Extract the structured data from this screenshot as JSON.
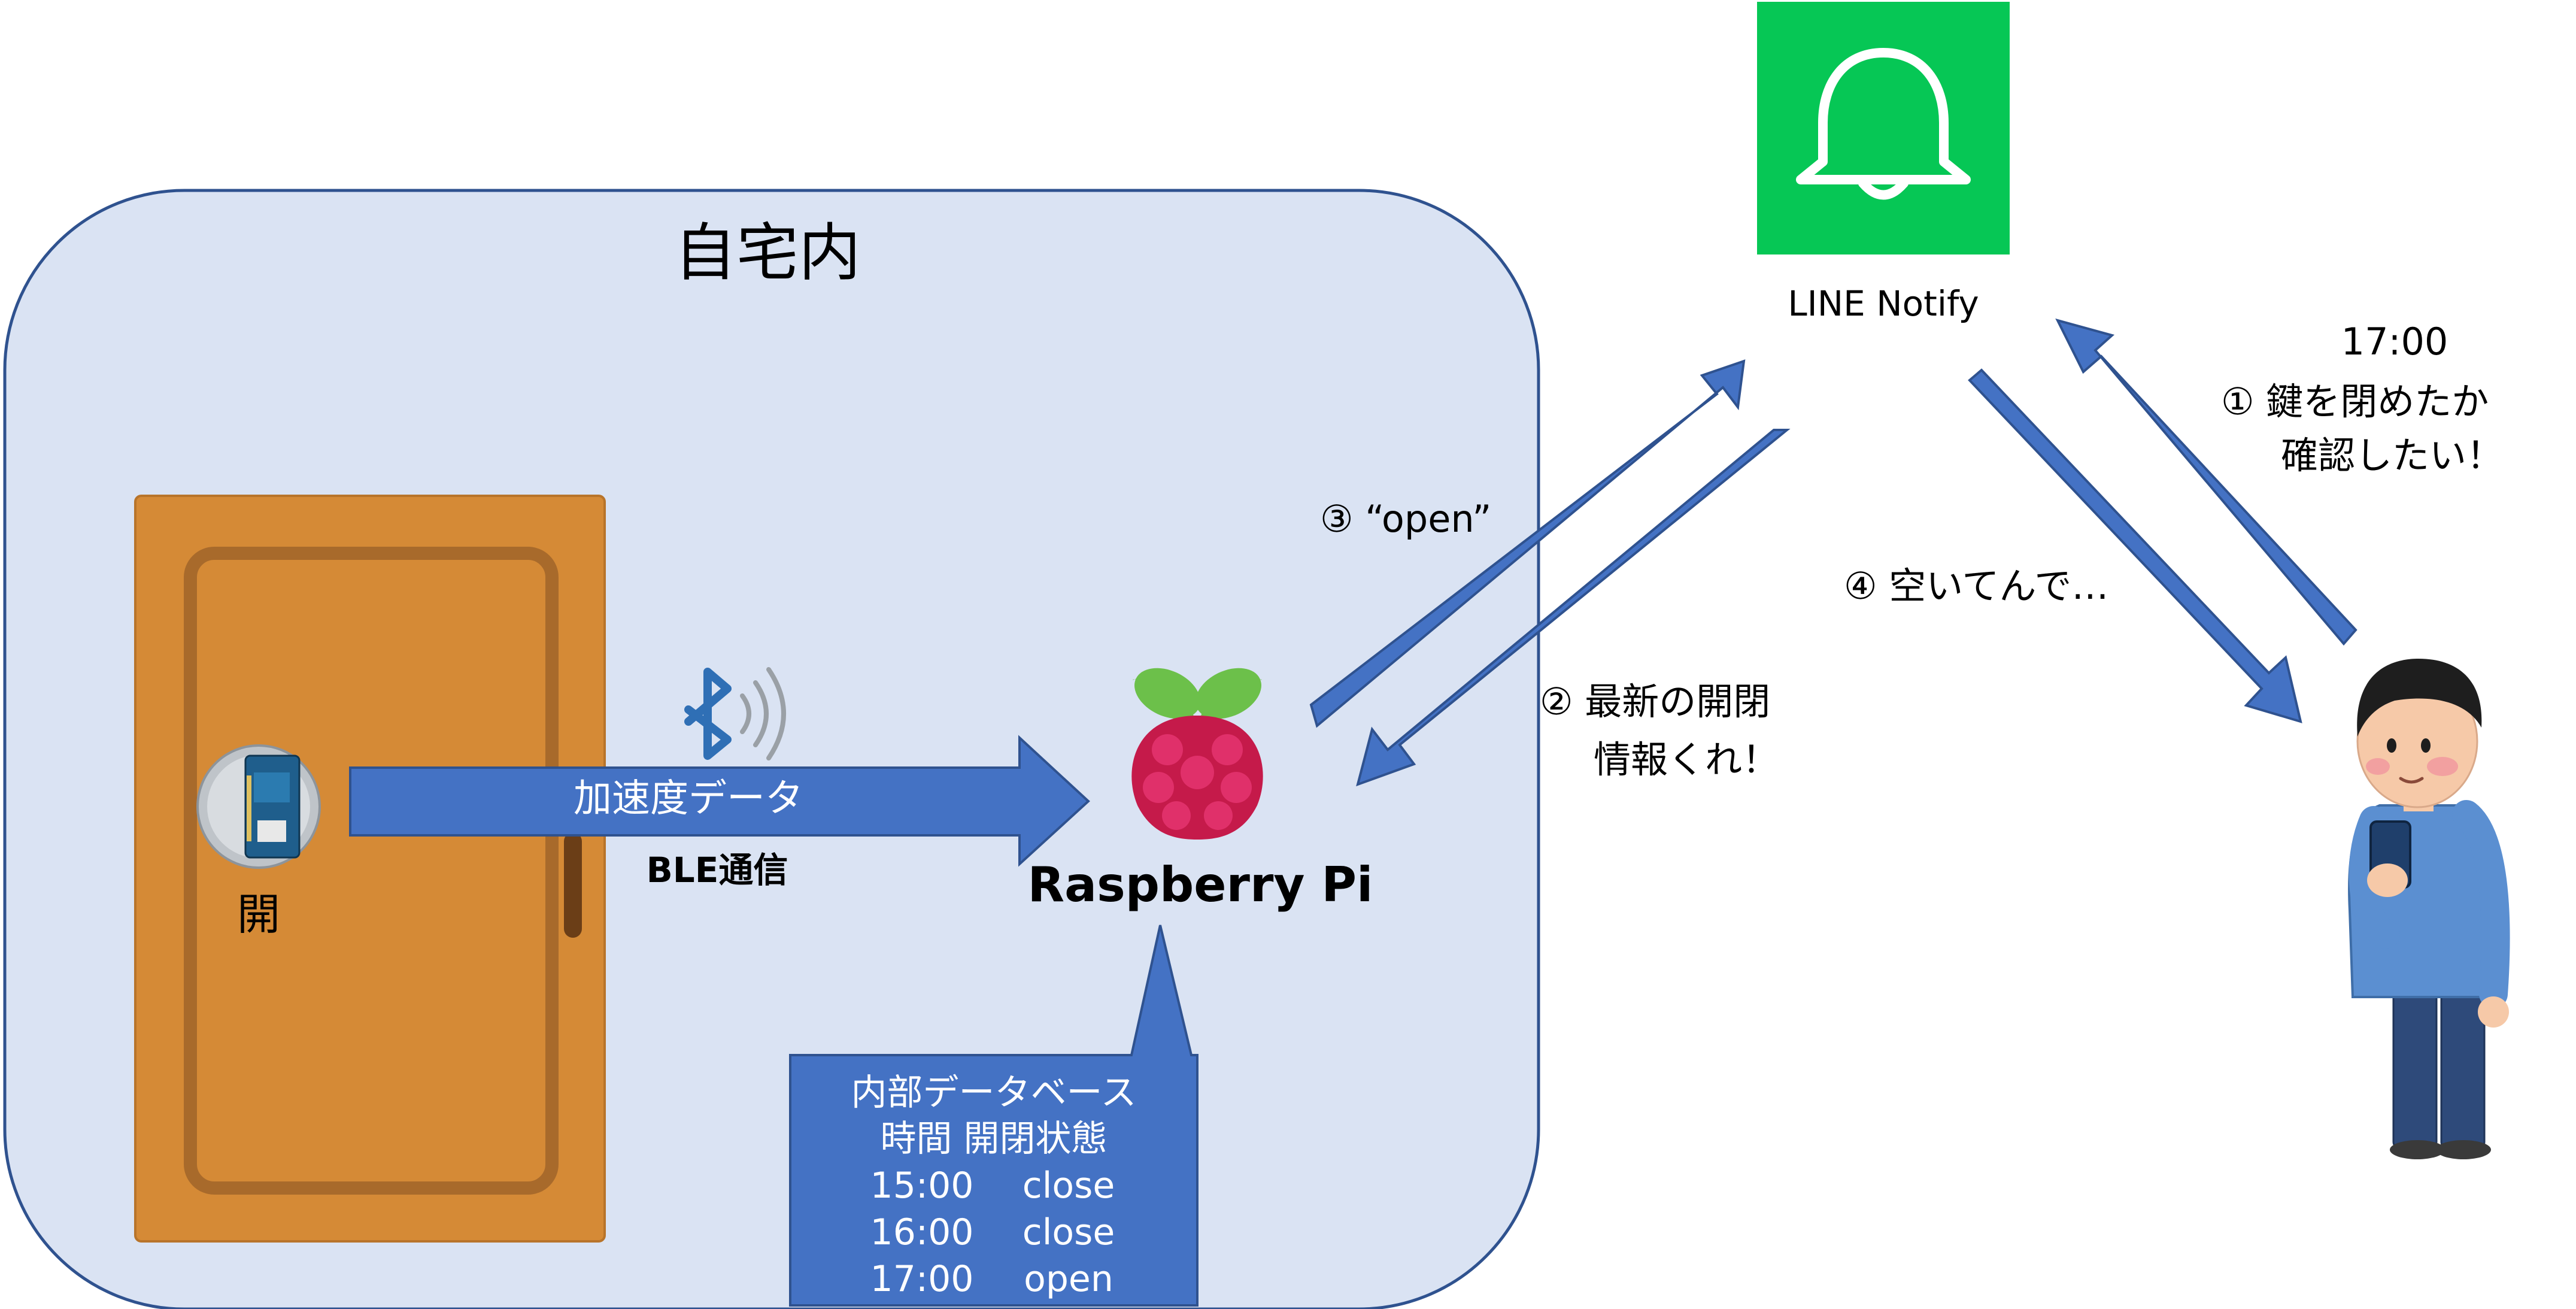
{
  "home": {
    "title": "自宅内"
  },
  "door": {
    "state_label": "開"
  },
  "ble": {
    "arrow_label": "加速度データ",
    "label": "BLE通信"
  },
  "raspberry_pi": {
    "label": "Raspberry Pi"
  },
  "database": {
    "title": "内部データベース",
    "header": "時間 開閉状態",
    "rows": [
      {
        "time": "15:00",
        "state": "close"
      },
      {
        "time": "16:00",
        "state": "close"
      },
      {
        "time": "17:00",
        "state": "open"
      }
    ]
  },
  "line_notify": {
    "label": "LINE Notify"
  },
  "steps": {
    "step1": {
      "time": "17:00",
      "line1": "① 鍵を閉めたか",
      "line2": "確認したい！"
    },
    "step2": {
      "line1": "② 最新の開閉",
      "line2": "情報くれ！"
    },
    "step3": {
      "text": "③ “open”"
    },
    "step4": {
      "text": "④ 空いてんで…"
    }
  },
  "colors": {
    "arrow_fill": "#4472C4",
    "arrow_stroke": "#2F528F",
    "home_bg": "#DAE3F3",
    "home_stroke": "#2F528F",
    "line_green": "#06C755",
    "door_wood": "#D58A36"
  }
}
